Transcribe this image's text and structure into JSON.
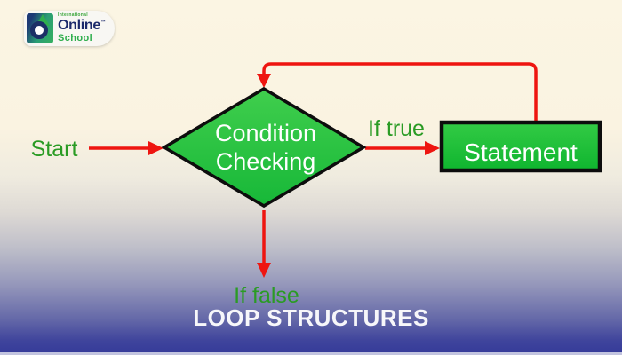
{
  "logo": {
    "tagline": "International",
    "name": "Online",
    "trademark": "™",
    "subname": "School"
  },
  "flowchart": {
    "start_label": "Start",
    "condition": {
      "line1": "Condition",
      "line2": "Checking"
    },
    "if_true_label": "If true",
    "if_false_label": "If false",
    "statement_label": "Statement"
  },
  "title": "LOOP STRUCTURES",
  "colors": {
    "arrow_red": "#ee1510",
    "shape_green_light": "#40ce4d",
    "shape_green_dark": "#17b838",
    "shape_border": "#0d0d0d",
    "label_green": "#2a9b24",
    "background_top": "#fbf5e3",
    "background_bottom": "#343a99",
    "title_white": "#f7f7fa"
  }
}
